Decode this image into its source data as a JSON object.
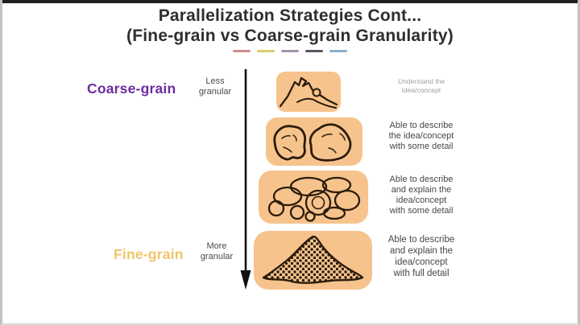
{
  "slide": {
    "title_line1": "Parallelization Strategies Cont...",
    "title_line2": "(Fine-grain vs Coarse-grain Granularity)"
  },
  "underline_colors": [
    "#c98f8f",
    "#d9cf6e",
    "#a595ab",
    "#575761",
    "#88b0c6"
  ],
  "colors": {
    "title_text": "#2e2e2e",
    "coarse_accent": "#6b2d9e",
    "fine_accent": "#f2c569",
    "granular_text": "#4a4a4a",
    "arrow": "#111111",
    "box_fill": "#f6c38c",
    "sketch_stroke": "#2b1c0c",
    "desc_text": "#474747",
    "desc_light_text": "#9e9e9e"
  },
  "axis": {
    "coarse_label": "Coarse-grain",
    "less_granular": "Less\ngranular",
    "fine_label": "Fine-grain",
    "more_granular": "More\ngranular"
  },
  "rows": [
    {
      "icon": "mountain-sketch",
      "description": "Understand the\nidea/concept"
    },
    {
      "icon": "two-boulders-sketch",
      "description": "Able to describe\nthe idea/concept\nwith some detail"
    },
    {
      "icon": "rock-pile-sketch",
      "description": "Able to describe\nand explain the\nidea/concept\nwith some detail"
    },
    {
      "icon": "sand-pile-sketch",
      "description": "Able to describe\nand explain the\nidea/concept\nwith full detail"
    }
  ]
}
